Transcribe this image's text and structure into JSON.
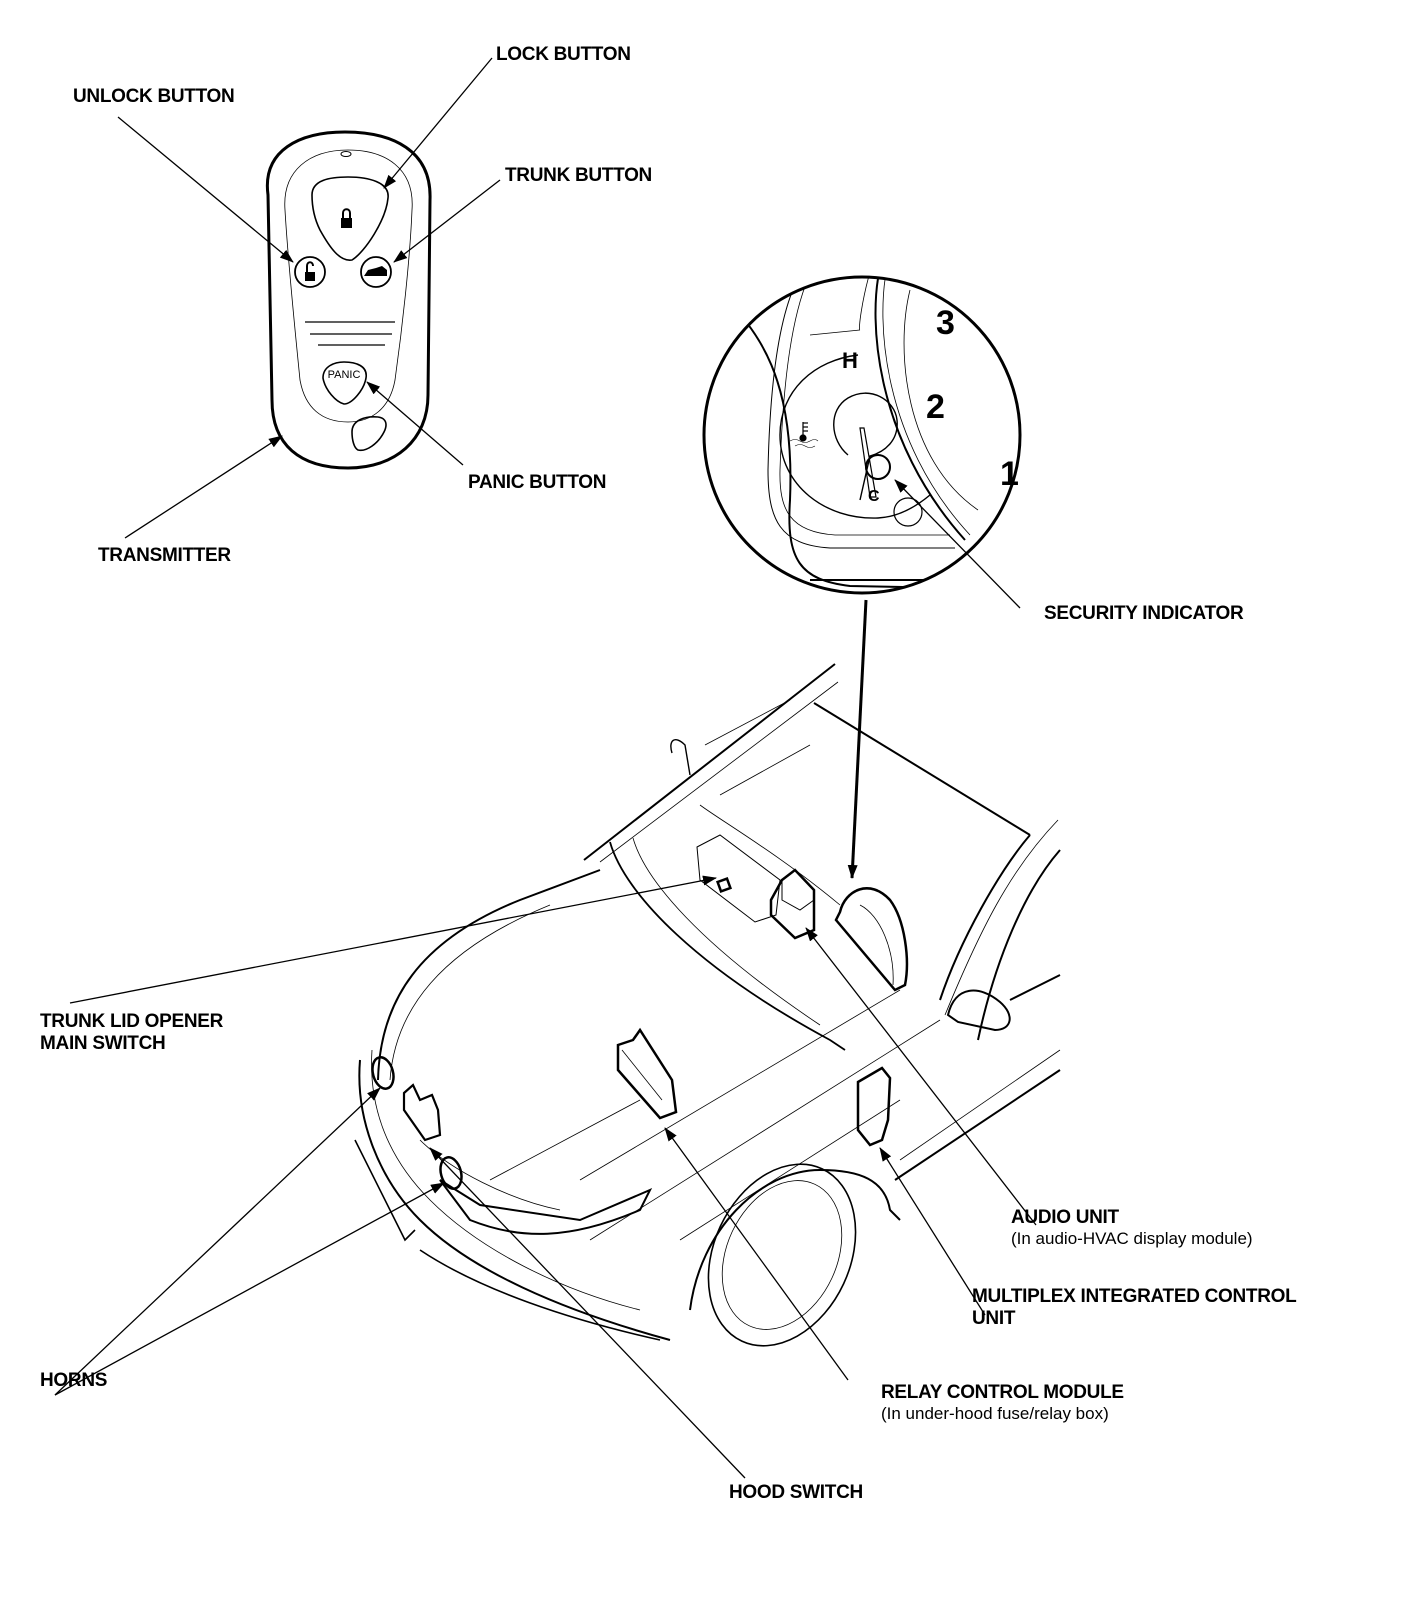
{
  "diagram": {
    "title": "Security system component locations",
    "line_color": "#000000",
    "background": "#ffffff"
  },
  "transmitter": {
    "label": "TRANSMITTER",
    "buttons": {
      "lock": {
        "label": "LOCK BUTTON",
        "icon": "lock-closed-icon"
      },
      "unlock": {
        "label": "UNLOCK BUTTON",
        "icon": "lock-open-icon"
      },
      "trunk": {
        "label": "TRUNK BUTTON",
        "icon": "car-trunk-icon"
      },
      "panic": {
        "label": "PANIC BUTTON",
        "face_text": "PANIC"
      }
    }
  },
  "gauge_inset": {
    "numbers": [
      "3",
      "2",
      "1"
    ],
    "temp_high": "H",
    "temp_cold": "C",
    "temp_icon": "coolant-temperature-icon",
    "security_indicator": {
      "label": "SECURITY INDICATOR"
    }
  },
  "components": {
    "trunk_lid_opener": {
      "line1": "TRUNK LID OPENER",
      "line2": "MAIN SWITCH"
    },
    "horns": {
      "label": "HORNS"
    },
    "hood_switch": {
      "label": "HOOD SWITCH"
    },
    "relay_control_module": {
      "label": "RELAY CONTROL MODULE",
      "note": "(In under-hood fuse/relay box)"
    },
    "multiplex_unit": {
      "line1": "MULTIPLEX INTEGRATED CONTROL",
      "line2": "UNIT"
    },
    "audio_unit": {
      "label": "AUDIO UNIT",
      "note": "(In audio-HVAC display module)"
    }
  }
}
